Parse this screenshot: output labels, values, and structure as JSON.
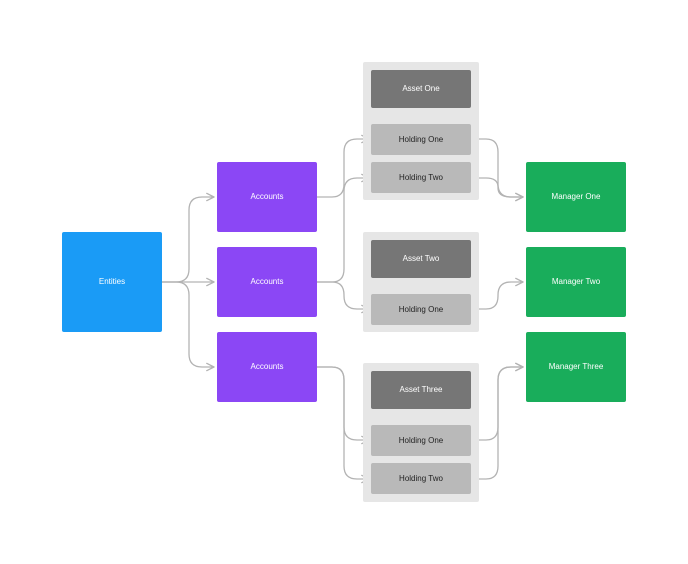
{
  "diagram": {
    "entities": {
      "label": "Entities"
    },
    "accounts": [
      {
        "label": "Accounts"
      },
      {
        "label": "Accounts"
      },
      {
        "label": "Accounts"
      }
    ],
    "groups": [
      {
        "asset": "Asset One",
        "holdings": [
          "Holding One",
          "Holding Two"
        ]
      },
      {
        "asset": "Asset Two",
        "holdings": [
          "Holding One"
        ]
      },
      {
        "asset": "Asset Three",
        "holdings": [
          "Holding One",
          "Holding Two"
        ]
      }
    ],
    "managers": [
      {
        "label": "Manager One"
      },
      {
        "label": "Manager Two"
      },
      {
        "label": "Manager Three"
      }
    ]
  },
  "colors": {
    "entities": "#1a9bf6",
    "accounts": "#8b47f5",
    "manager": "#19ad5b",
    "asset": "#767676",
    "holding": "#b9b9b9",
    "group_background": "#e6e6e6",
    "connector": "#b3b3b3"
  }
}
